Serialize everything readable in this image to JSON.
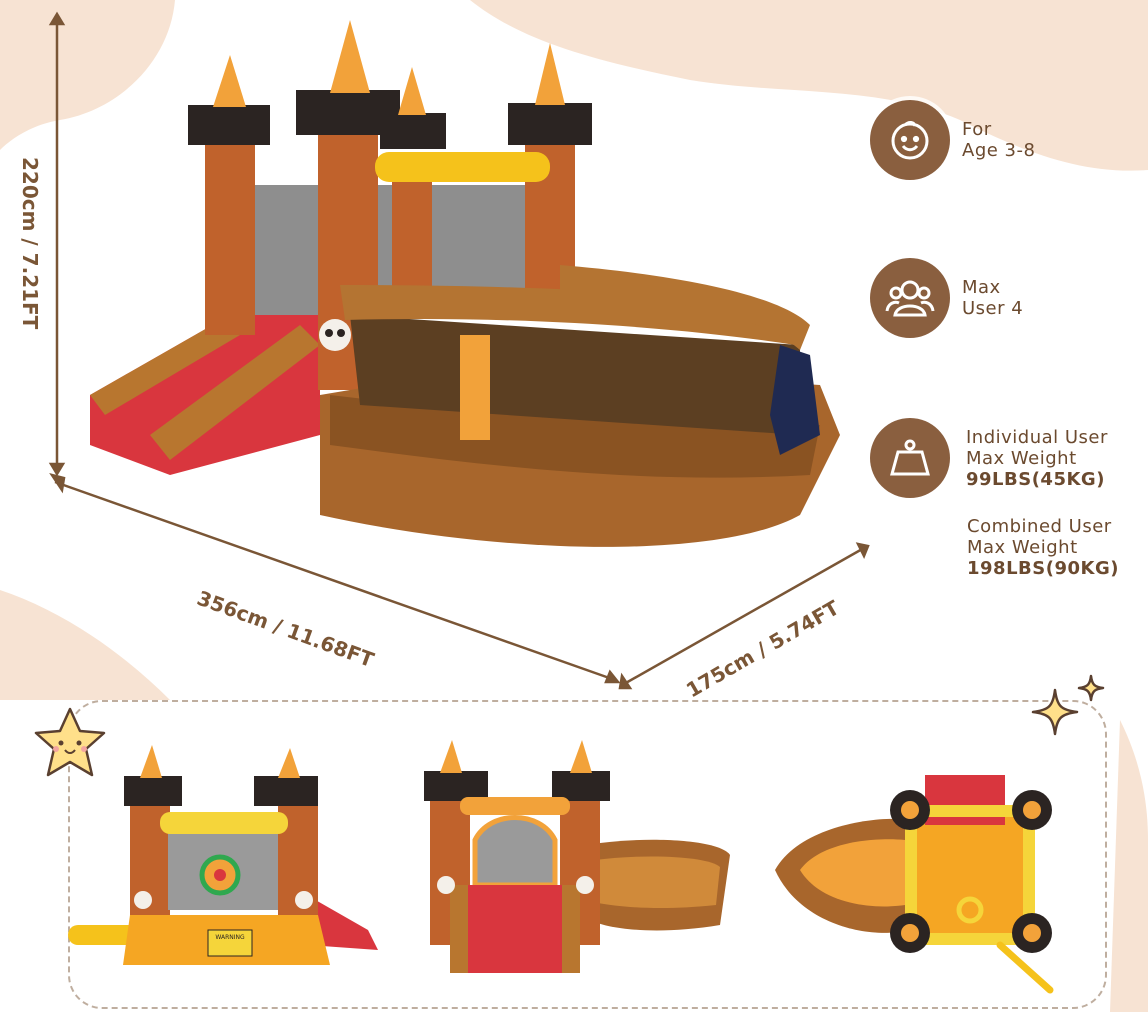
{
  "dimensions": {
    "height": "220cm / 7.21FT",
    "length": "356cm / 11.68FT",
    "width": "175cm / 5.74FT"
  },
  "features": {
    "age": {
      "line1": "For",
      "line2": "Age 3-8",
      "icon": "baby-face-icon"
    },
    "users": {
      "line1": "Max",
      "line2": "User 4",
      "icon": "users-icon"
    },
    "individual_weight": {
      "line1": "Individual User",
      "line2": "Max Weight",
      "value": "99LBS(45KG)",
      "icon": "weight-icon"
    },
    "combined_weight": {
      "line1": "Combined User",
      "line2": "Max Weight",
      "value": "198LBS(90KG)"
    }
  },
  "thumbnails": {
    "front_sign": "WARNING"
  },
  "colors": {
    "accent_brown": "#8a5f3f",
    "text_brown": "#6b4a2f",
    "peach_bg": "#f7e3d3"
  }
}
